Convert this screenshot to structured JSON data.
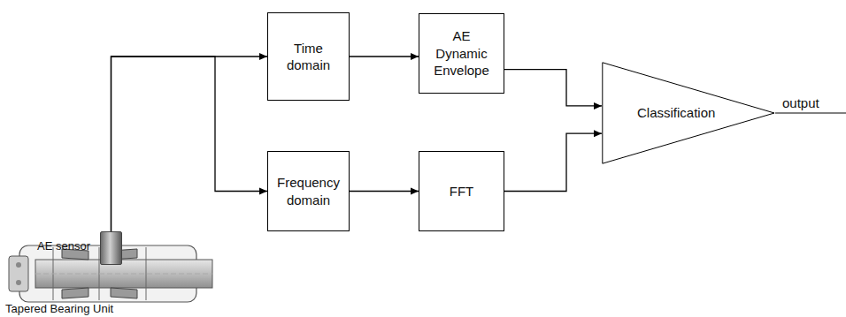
{
  "diagram": {
    "nodes": [
      {
        "text": [
          "AE sensor"
        ]
      },
      {
        "text": [
          "Time domain"
        ]
      },
      {
        "text": [
          "AE Dynamic Envelope"
        ]
      },
      {
        "text": [
          "Frequency domain"
        ]
      },
      {
        "text": [
          "FFT"
        ]
      },
      {
        "text": [
          "Classification"
        ]
      }
    ],
    "edges": [
      {
        "from": 0,
        "to": 1,
        "arrow": "to"
      },
      {
        "from": 0,
        "to": 3,
        "arrow": "to"
      },
      {
        "from": 1,
        "to": 2,
        "arrow": "to"
      },
      {
        "from": 3,
        "to": 4,
        "arrow": "to"
      },
      {
        "from": 2,
        "to": 5,
        "arrow": "to"
      },
      {
        "from": 4,
        "to": 5,
        "arrow": "to"
      }
    ],
    "labels": [
      "output",
      "Tapered Bearing Unit"
    ]
  }
}
